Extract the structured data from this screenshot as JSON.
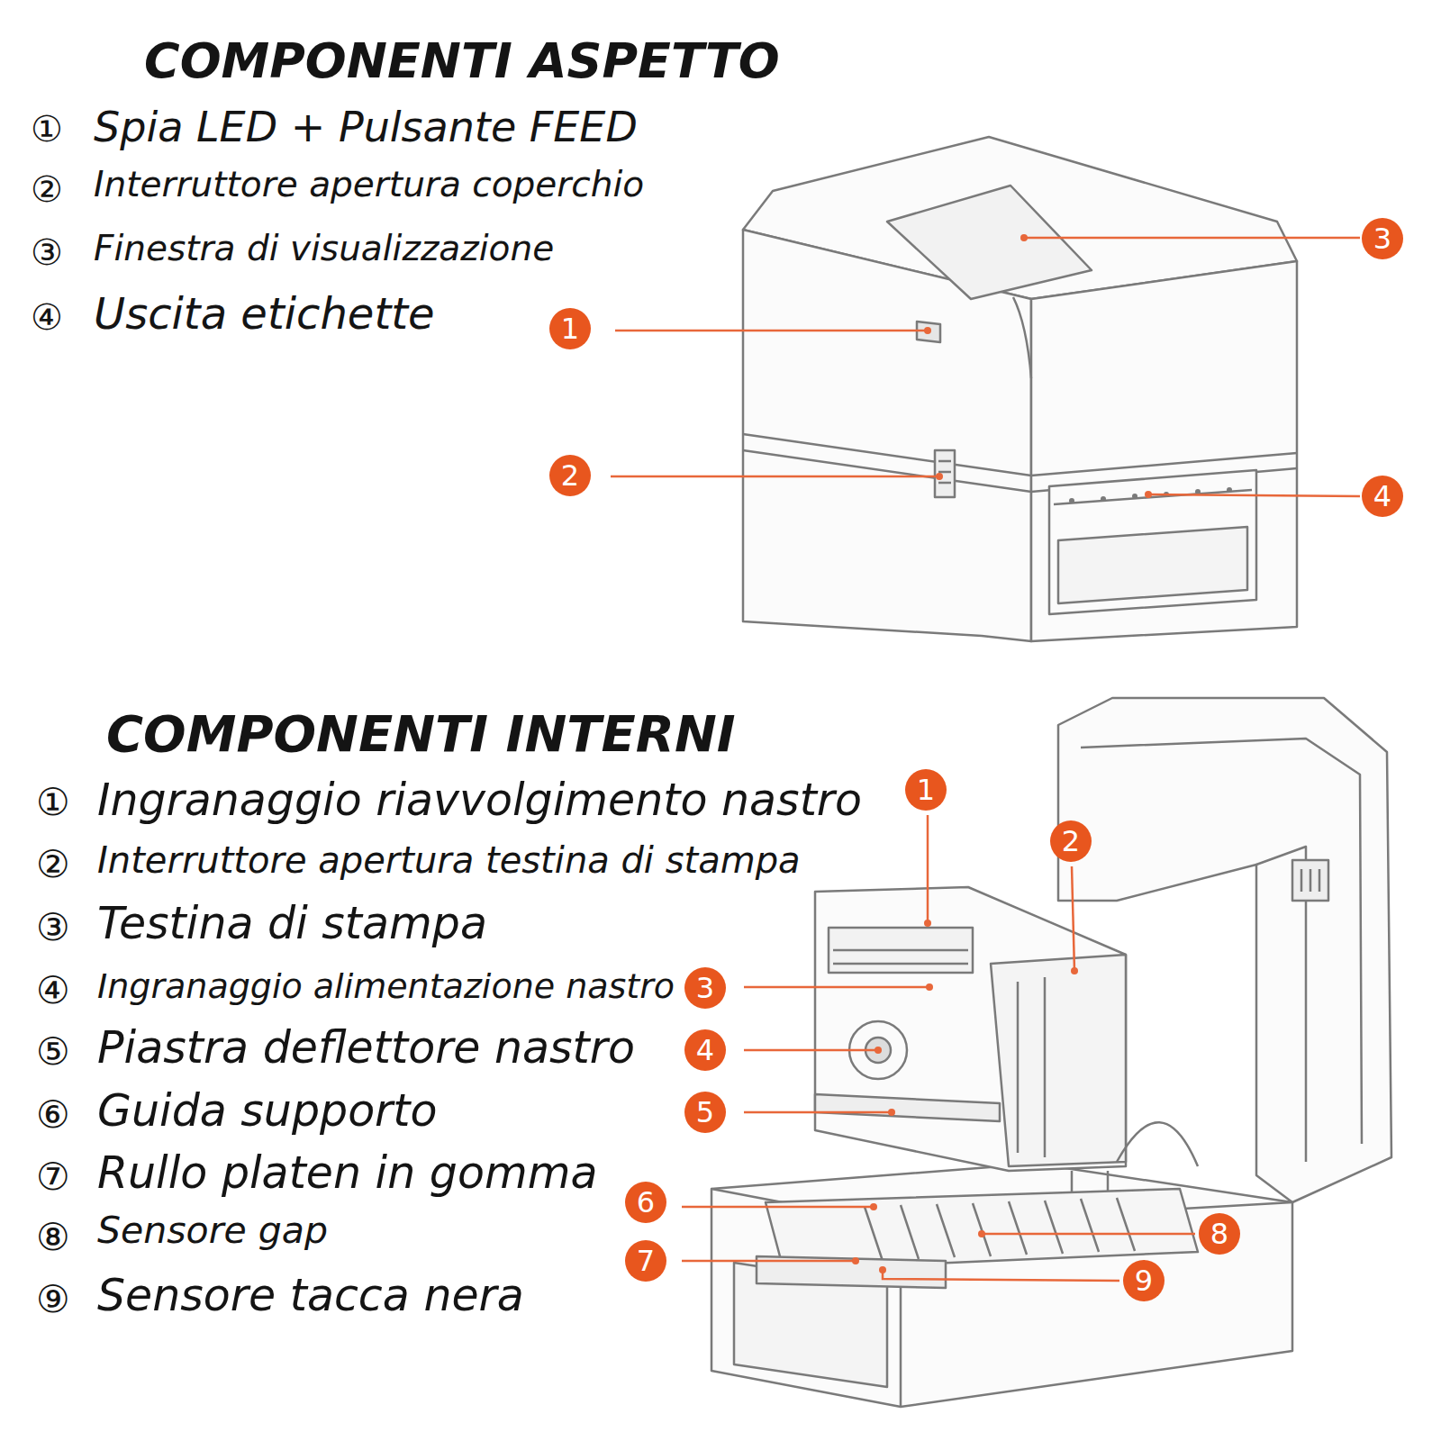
{
  "diagram": {
    "title": "COMPONENTI ASPETTO",
    "labels": [
      "COMPONENTI INTERNI",
      "①",
      "Spia LED + Pulsante FEED",
      "②",
      "Interruttore apertura coperchio",
      "③",
      "Finestra di visualizzazione",
      "④",
      "Uscita etichette",
      "1",
      "3",
      "2",
      "4",
      "①",
      "Ingranaggio riavvolgimento nastro",
      "②",
      "Interruttore apertura testina di stampa",
      "③",
      "Testina di stampa",
      "④",
      "Ingranaggio alimentazione nastro",
      "⑤",
      "Piastra deflettore nastro",
      "⑥",
      "Guida supporto",
      "⑦",
      "Rullo platen in gomma",
      "⑧",
      "Sensore gap",
      "⑨",
      "Sensore tacca nera",
      "1",
      "2",
      "3",
      "4",
      "5",
      "6",
      "8",
      "7",
      "9"
    ]
  }
}
